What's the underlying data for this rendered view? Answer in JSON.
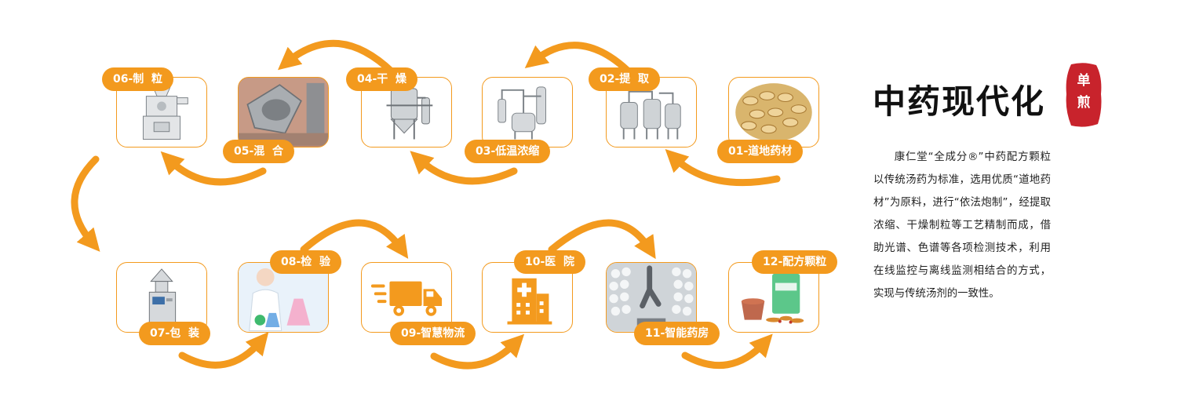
{
  "title": "中药现代化",
  "seal": {
    "line1": "单",
    "line2": "煎"
  },
  "description": "康仁堂“全成分®”中药配方颗粒以传统汤药为标准，选用优质“道地药材”为原料，进行“依法炮制”，经提取浓缩、干燥制粒等工艺精制而成，借助光谱、色谱等各项检测技术，利用在线监控与离线监测相结合的方式，实现与传统汤剂的一致性。",
  "steps": [
    {
      "label": "01-道地药材",
      "icon": "herb-slices-icon"
    },
    {
      "label": "02-提  取",
      "icon": "extraction-equipment-icon"
    },
    {
      "label": "03-低温浓缩",
      "icon": "concentrator-icon"
    },
    {
      "label": "04-干  燥",
      "icon": "dryer-icon"
    },
    {
      "label": "05-混  合",
      "icon": "mixer-icon"
    },
    {
      "label": "06-制  粒",
      "icon": "granulator-icon"
    },
    {
      "label": "07-包  装",
      "icon": "packaging-machine-icon"
    },
    {
      "label": "08-检  验",
      "icon": "lab-testing-icon"
    },
    {
      "label": "09-智慧物流",
      "icon": "delivery-truck-icon"
    },
    {
      "label": "10-医  院",
      "icon": "hospital-icon"
    },
    {
      "label": "11-智能药房",
      "icon": "robot-pharmacy-icon"
    },
    {
      "label": "12-配方颗粒",
      "icon": "granule-product-icon"
    }
  ],
  "colors": {
    "accent": "#f39a1e",
    "seal": "#c8232c"
  }
}
